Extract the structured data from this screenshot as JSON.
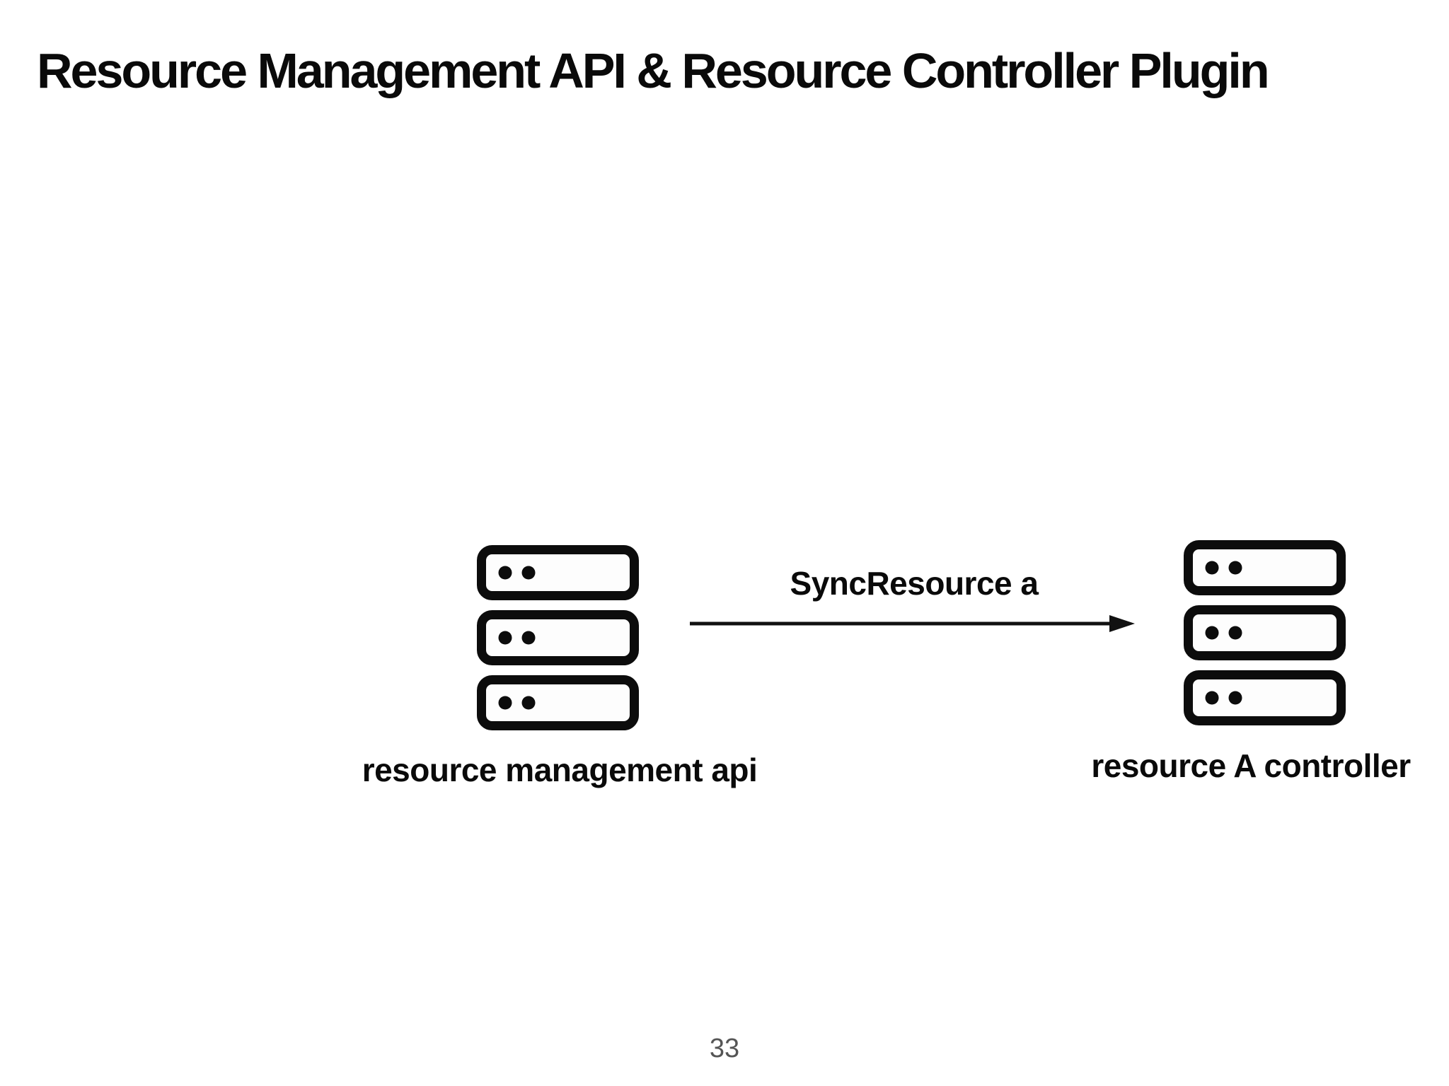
{
  "slide": {
    "title": "Resource Management API & Resource Controller Plugin",
    "page_number": "33",
    "colors": {
      "background": "#ffffff",
      "text": "#0a0a0a",
      "icon_stroke": "#0c0c0c",
      "icon_fill": "#fdfdfd",
      "arrow": "#111111",
      "page_number": "#555555"
    },
    "nodes": [
      {
        "id": "resource-management-api",
        "label": "resource management api",
        "icon": "server-stack-icon"
      },
      {
        "id": "resource-a-controller",
        "label": "resource A controller",
        "icon": "server-stack-icon"
      }
    ],
    "edge": {
      "label": "SyncResource a",
      "from": "resource-management-api",
      "to": "resource-a-controller",
      "direction": "left-to-right",
      "arrow": "right-arrow"
    }
  }
}
